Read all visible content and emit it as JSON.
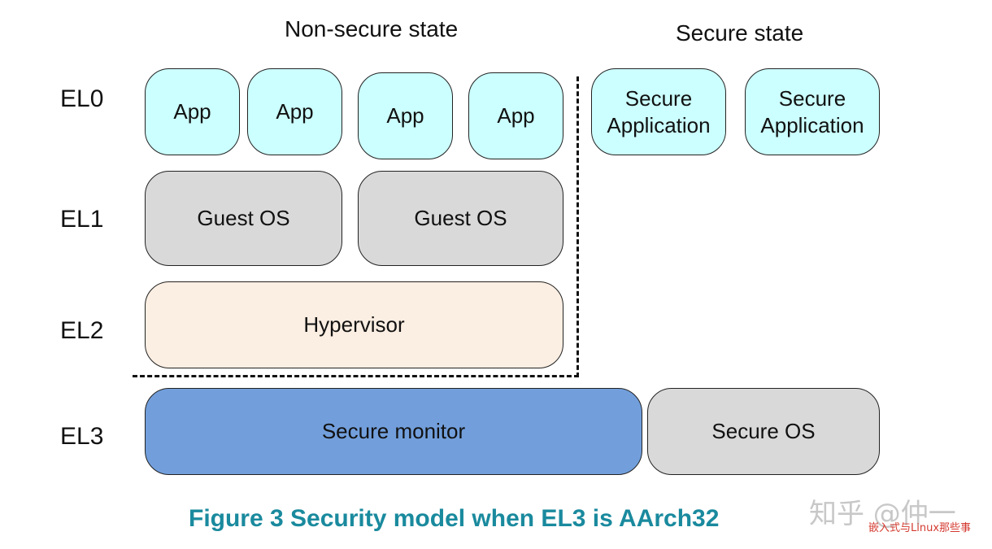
{
  "headings": {
    "non_secure": "Non-secure state",
    "secure": "Secure state"
  },
  "levels": {
    "el0": "EL0",
    "el1": "EL1",
    "el2": "EL2",
    "el3": "EL3"
  },
  "el0_boxes": {
    "app_1": "App",
    "app_2": "App",
    "app_3": "App",
    "app_4": "App",
    "secure_app_1": "Secure\nApplication",
    "secure_app_2": "Secure\nApplication"
  },
  "el1_boxes": {
    "guest_os_1": "Guest OS",
    "guest_os_2": "Guest OS"
  },
  "el2_boxes": {
    "hypervisor": "Hypervisor"
  },
  "el3_boxes": {
    "secure_monitor": "Secure monitor",
    "secure_os": "Secure OS"
  },
  "caption": "Figure 3 Security model when EL3 is AArch32",
  "watermark": {
    "main": "知乎 @仲一",
    "sub": "嵌入式与Linux那些事"
  },
  "colors": {
    "app_fill": "#ccffff",
    "os_fill": "#d9d9d9",
    "hypervisor_fill": "#fbeee2",
    "monitor_fill": "#729fdc",
    "caption_color": "#1a8a9e"
  }
}
